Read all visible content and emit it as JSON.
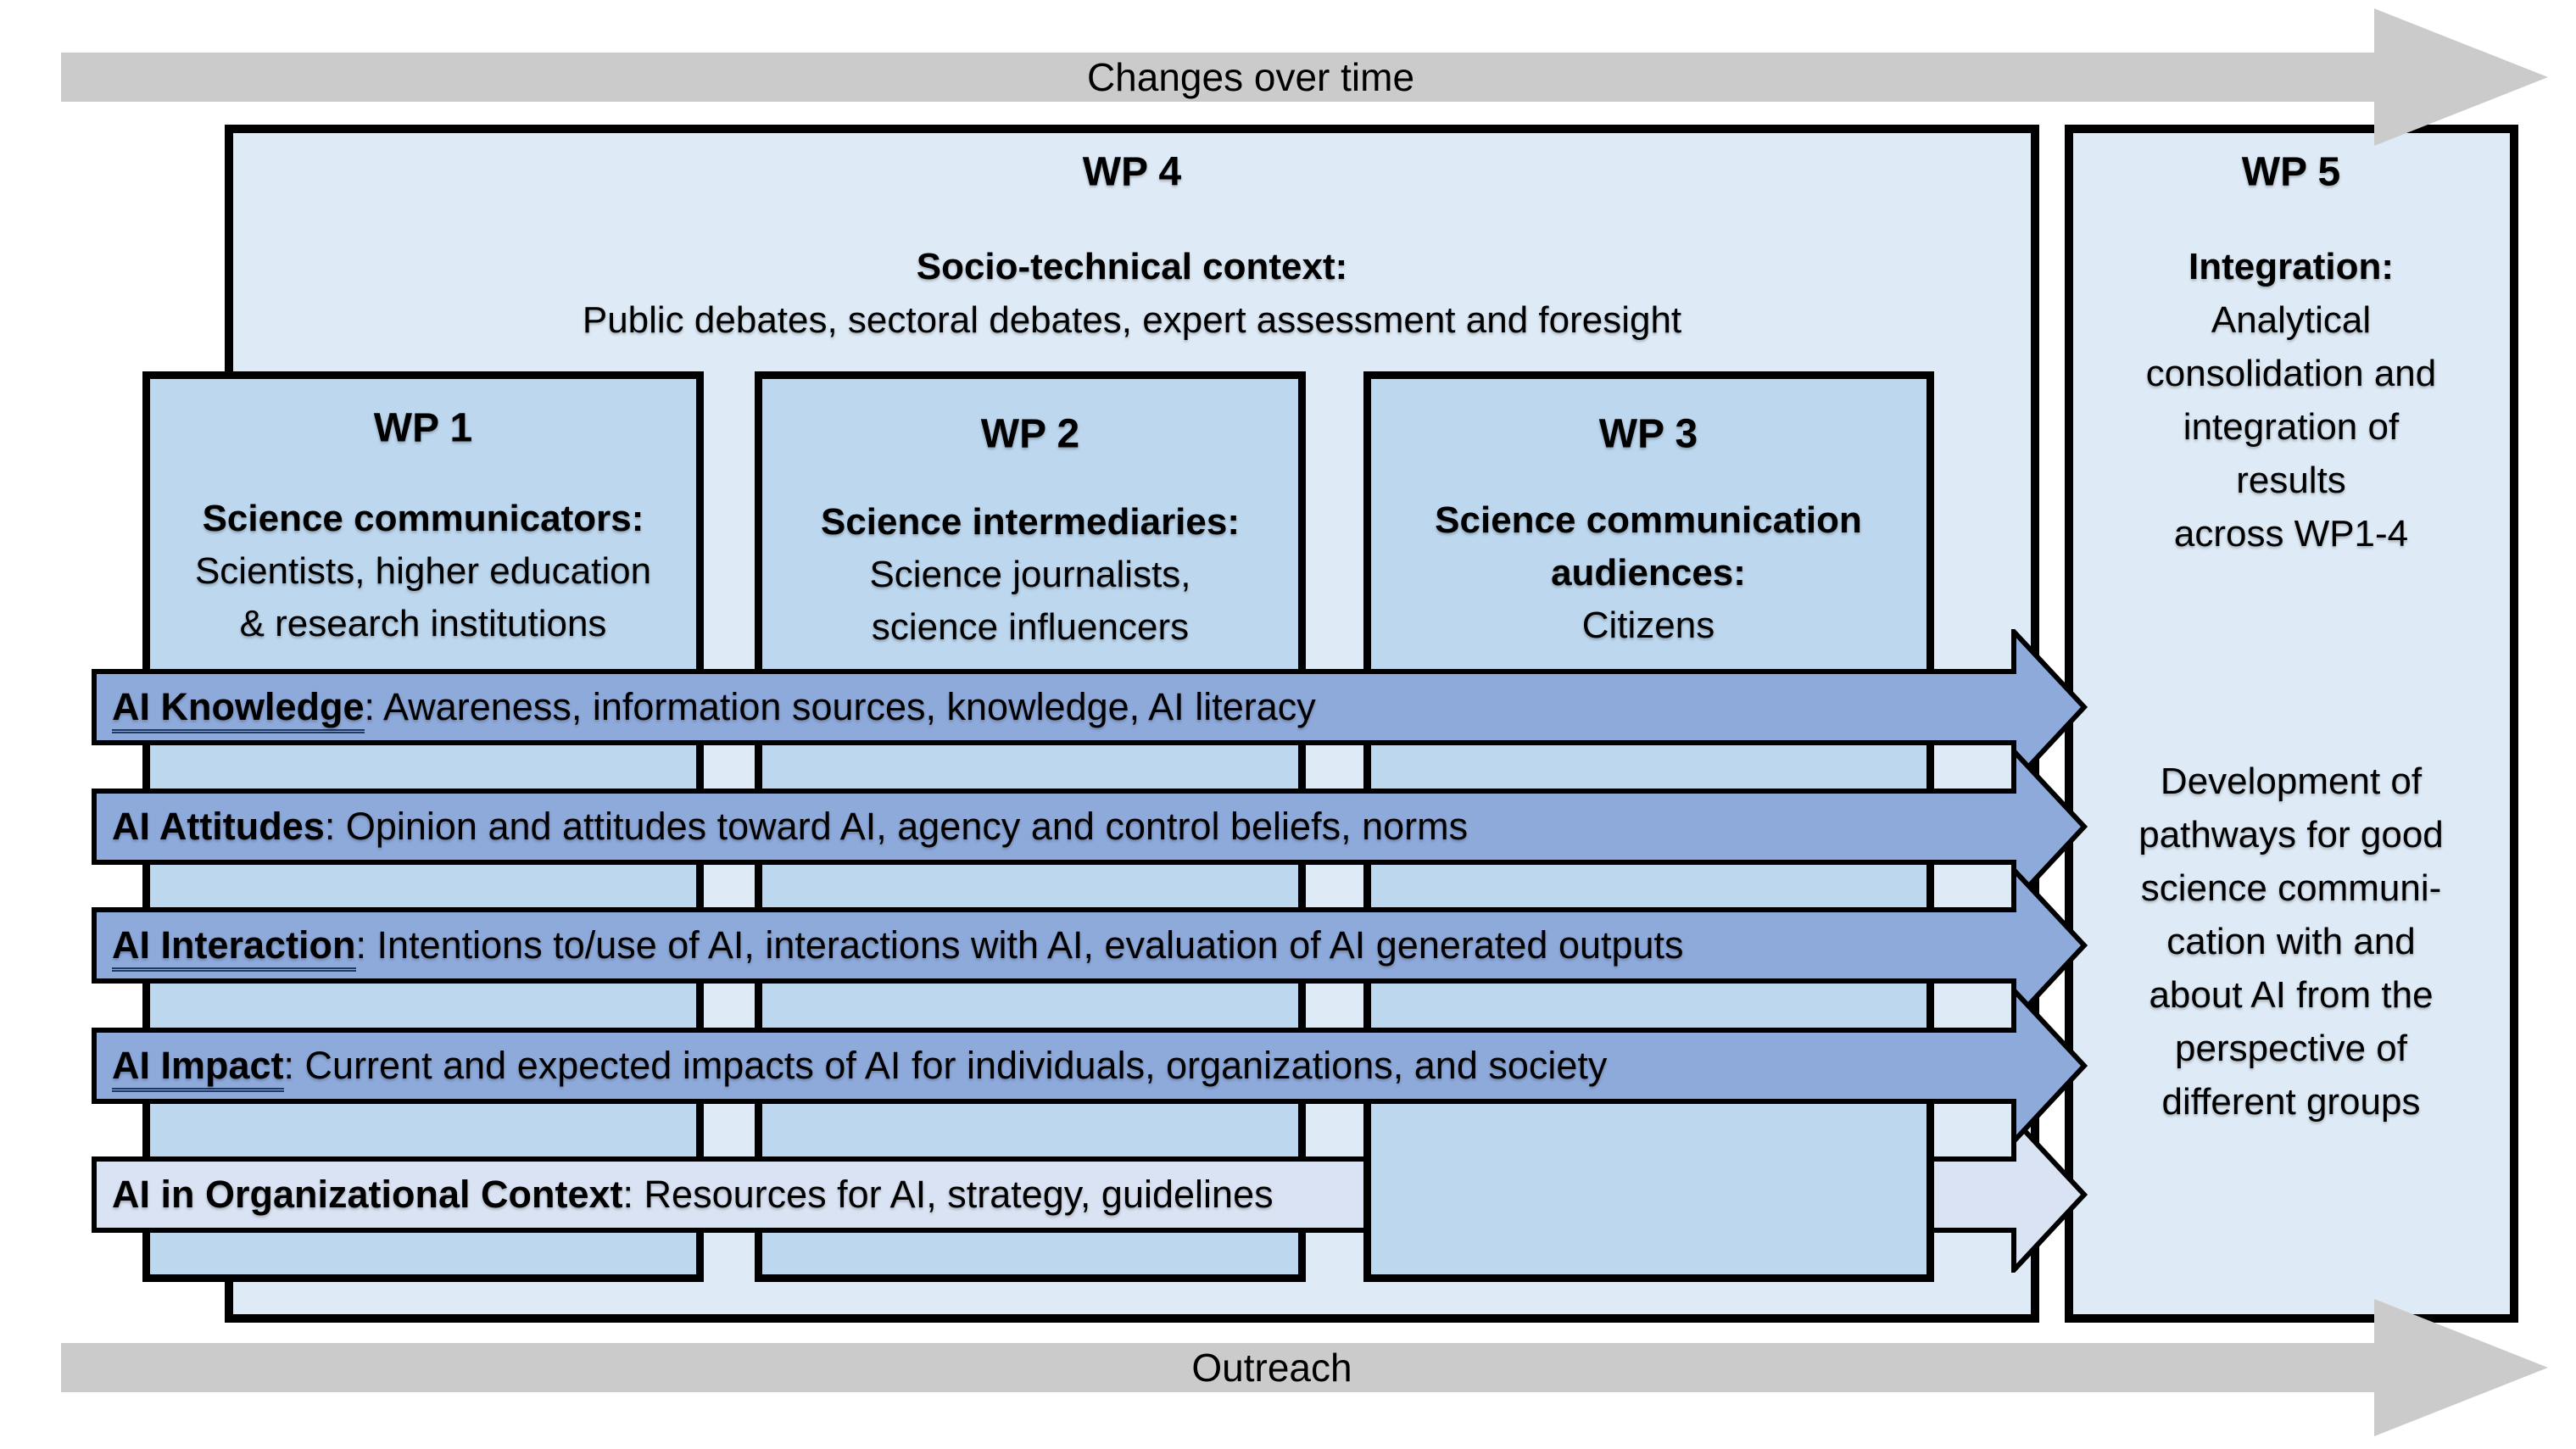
{
  "colors": {
    "light": "#deebf7",
    "mid": "#bdd7ee",
    "arrow_dark": "#8eaadb",
    "arrow_light": "#dae3f3",
    "gray": "#cbcbcb"
  },
  "top_arrow": {
    "label": "Changes over time"
  },
  "bottom_arrow": {
    "label": "Outreach"
  },
  "wp4": {
    "title": "WP 4",
    "subtitle_bold": "Socio-technical context:",
    "subtitle": "Public debates, sectoral debates, expert assessment and foresight"
  },
  "wp5": {
    "title": "WP 5",
    "integration_bold": "Integration:",
    "integration_lines": [
      "Analytical",
      "consolidation and",
      "integration of",
      "results",
      "across WP1-4"
    ],
    "development_lines": [
      "Development of",
      "pathways for good",
      "science communi-",
      "cation with and",
      "about AI from the",
      "perspective of",
      "different groups"
    ]
  },
  "wp1": {
    "title": "WP 1",
    "heading": "Science communicators:",
    "line1": "Scientists, higher education",
    "line2": "& research institutions"
  },
  "wp2": {
    "title": "WP 2",
    "heading": "Science intermediaries:",
    "line1": "Science journalists,",
    "line2": "science influencers"
  },
  "wp3": {
    "title": "WP 3",
    "heading_line1": "Science communication",
    "heading_line2": "audiences:",
    "line1": "Citizens"
  },
  "arrows": [
    {
      "label": "AI Knowledge",
      "text": ": Awareness, information sources, knowledge, AI literacy"
    },
    {
      "label": "AI Attitudes",
      "text": ": Opinion and attitudes toward AI, agency and control beliefs, norms"
    },
    {
      "label": "AI Interaction",
      "text": ": Intentions to/use of AI, interactions with AI, evaluation of AI generated outputs"
    },
    {
      "label": "AI Impact",
      "text": ": Current and expected impacts of AI for individuals, organizations, and society"
    },
    {
      "label": "AI in Organizational Context",
      "text": ": Resources for AI, strategy, guidelines"
    }
  ]
}
